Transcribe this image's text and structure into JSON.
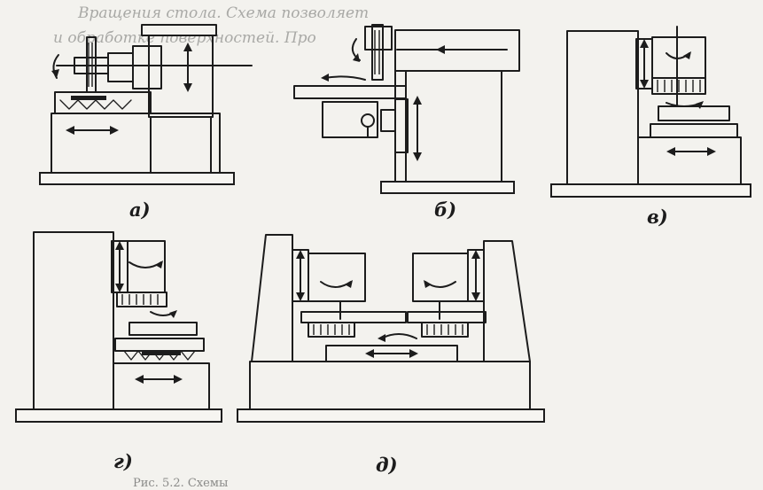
{
  "bleed_text": [
    "Вращения стола. Схема позволяет",
    "и обработке поверхностей. Про"
  ],
  "labels": {
    "a": "а)",
    "b": "б)",
    "v": "в)",
    "g": "г)",
    "d": "д)"
  },
  "caption": "Рис. 5.2. Схемы"
}
